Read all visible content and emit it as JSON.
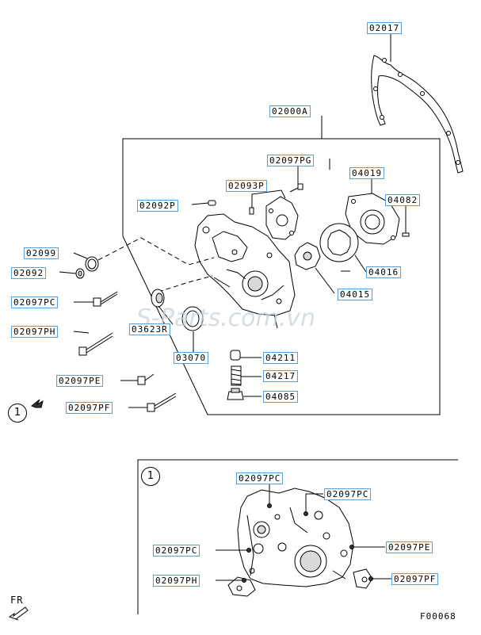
{
  "parts_main": {
    "p02017": "02017",
    "p02000A": "02000A",
    "p02097PG": "02097PG",
    "p04019": "04019",
    "p02093P": "02093P",
    "p04082": "04082",
    "p02092P": "02092P",
    "p02099": "02099",
    "p02092": "02092",
    "p04016": "04016",
    "p04015": "04015",
    "p02097PC": "02097PC",
    "p03623R": "03623R",
    "p02097PH": "02097PH",
    "p03070": "03070",
    "p04211": "04211",
    "p04217": "04217",
    "p02097PE": "02097PE",
    "p04085": "04085",
    "p02097PF": "02097PF"
  },
  "parts_detail": {
    "top_pc": "02097PC",
    "right_pc": "02097PC",
    "left_pc": "02097PC",
    "right_pe": "02097PE",
    "left_ph": "02097PH",
    "right_pf": "02097PF"
  },
  "callout": {
    "main": "1",
    "detail": "1"
  },
  "direction_label": "FR",
  "figure_code": "F00068",
  "watermark": "S-Parts.com.vn",
  "icons": {
    "callout_arrow": "arrow-icon",
    "front_arrow": "front-direction-arrow-icon"
  },
  "colors": {
    "label_border": "#5aa0d8",
    "line": "#000000"
  }
}
